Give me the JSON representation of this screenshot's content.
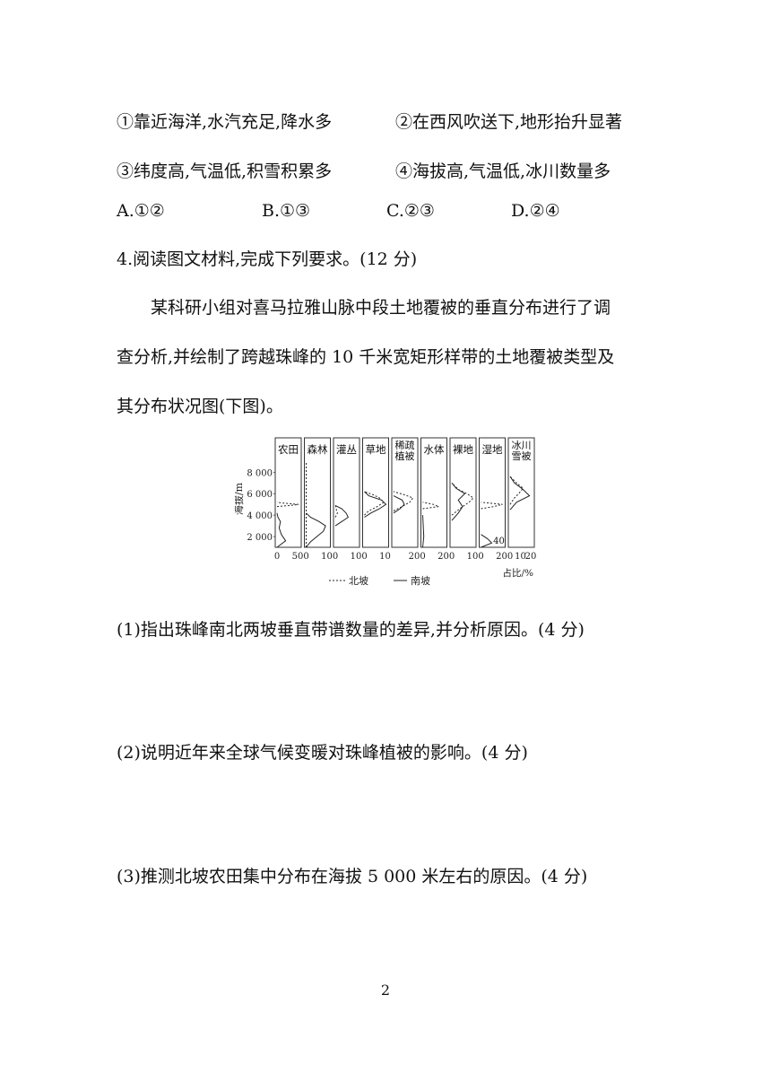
{
  "options_lines": [
    [
      "①靠近海洋,水汽充足,降水多",
      "②在西风吹送下,地形抬升显著"
    ],
    [
      "③纬度高,气温低,积雪积累多",
      "④海拔高,气温低,冰川数量多"
    ]
  ],
  "choices": [
    "A.①②",
    "B.①③",
    "C.②③",
    "D.②④"
  ],
  "question4": {
    "title": "4.阅读图文材料,完成下列要求。(12 分)",
    "material": [
      "某科研小组对喜马拉雅山脉中段土地覆被的垂直分布进行了调",
      "查分析,并绘制了跨越珠峰的 10 千米宽矩形样带的土地覆被类型及",
      "其分布状况图(下图)。"
    ],
    "sub": [
      "(1)指出珠峰南北两坡垂直带谱数量的差异,并分析原因。(4 分)",
      "(2)说明近年来全球气候变暖对珠峰植被的影响。(4 分)",
      "(3)推测北坡农田集中分布在海拔 5 000 米左右的原因。(4 分)"
    ]
  },
  "chart_data": {
    "type": "area",
    "panels": [
      {
        "label": "农田",
        "xticks": [
          "0",
          "50"
        ],
        "xmax": 50
      },
      {
        "label": "森林",
        "xticks": [
          "0",
          "10"
        ],
        "xmax": 10
      },
      {
        "label": "灌丛",
        "xticks": [
          "0",
          "10"
        ],
        "xmax": 10
      },
      {
        "label": "草地",
        "xticks": [
          "0",
          "10"
        ],
        "xmax": 10
      },
      {
        "label": "稀疏植被",
        "label_lines": [
          "稀疏",
          "植被"
        ],
        "xticks": [
          "20"
        ],
        "xmax": 20
      },
      {
        "label": "水体",
        "xticks": [
          "0",
          "20"
        ],
        "xmax": 20
      },
      {
        "label": "裸地",
        "xticks": [
          "0",
          "10"
        ],
        "xmax": 10
      },
      {
        "label": "湿地",
        "xticks": [
          "0",
          "20"
        ],
        "xmax": 20,
        "annotation": "40"
      },
      {
        "label": "冰川雪被",
        "label_lines": [
          "冰川",
          "雪被"
        ],
        "xticks": [
          "0",
          "10",
          "20"
        ],
        "xmax": 20
      }
    ],
    "ylabel": "海拔/m",
    "yticks": [
      "2 000",
      "4 000",
      "6 000",
      "8 000"
    ],
    "ylim": [
      1000,
      9200
    ],
    "xlabel": "占比/%",
    "legend": [
      "北坡",
      "南坡"
    ],
    "north_profiles": [
      [
        [
          4800,
          0
        ],
        [
          4900,
          30
        ],
        [
          5000,
          50
        ],
        [
          5100,
          20
        ],
        [
          5200,
          0
        ]
      ],
      [
        [
          1000,
          0
        ],
        [
          9000,
          0
        ]
      ],
      [
        [
          3800,
          0
        ],
        [
          4200,
          1
        ],
        [
          4500,
          0.5
        ],
        [
          5000,
          0
        ]
      ],
      [
        [
          4000,
          0
        ],
        [
          4400,
          2
        ],
        [
          4800,
          6
        ],
        [
          5200,
          9
        ],
        [
          5600,
          7
        ],
        [
          5900,
          4
        ],
        [
          6200,
          0
        ]
      ],
      [
        [
          4400,
          0
        ],
        [
          4800,
          8
        ],
        [
          5200,
          15
        ],
        [
          5600,
          18
        ],
        [
          5900,
          10
        ],
        [
          6200,
          0
        ]
      ],
      [
        [
          4600,
          0
        ],
        [
          4800,
          15
        ],
        [
          5000,
          10
        ],
        [
          5200,
          0
        ]
      ],
      [
        [
          4000,
          0
        ],
        [
          4800,
          5
        ],
        [
          5200,
          8
        ],
        [
          5600,
          10
        ],
        [
          6000,
          7
        ],
        [
          6400,
          3
        ],
        [
          7000,
          0
        ]
      ],
      [
        [
          4600,
          0
        ],
        [
          4800,
          12
        ],
        [
          5000,
          20
        ],
        [
          5200,
          0
        ]
      ],
      [
        [
          5000,
          0
        ],
        [
          5600,
          4
        ],
        [
          6000,
          8
        ],
        [
          6500,
          12
        ],
        [
          7000,
          6
        ],
        [
          7600,
          0
        ]
      ]
    ],
    "south_profiles": [
      [
        [
          1000,
          0
        ],
        [
          1600,
          20
        ],
        [
          2200,
          10
        ],
        [
          2800,
          5
        ],
        [
          3400,
          8
        ],
        [
          3800,
          2
        ],
        [
          4200,
          0
        ]
      ],
      [
        [
          1000,
          0
        ],
        [
          1500,
          2
        ],
        [
          2000,
          5
        ],
        [
          2500,
          8
        ],
        [
          3000,
          9
        ],
        [
          3400,
          6
        ],
        [
          3800,
          2
        ],
        [
          4200,
          0
        ]
      ],
      [
        [
          3000,
          0
        ],
        [
          3400,
          3
        ],
        [
          3800,
          6
        ],
        [
          4200,
          5
        ],
        [
          4600,
          3
        ],
        [
          4900,
          0
        ]
      ],
      [
        [
          3800,
          0
        ],
        [
          4200,
          3
        ],
        [
          4600,
          7
        ],
        [
          5000,
          10
        ],
        [
          5400,
          8
        ],
        [
          5800,
          2
        ],
        [
          6200,
          0
        ]
      ],
      [
        [
          4200,
          0
        ],
        [
          4600,
          6
        ],
        [
          5000,
          10
        ],
        [
          5400,
          8
        ],
        [
          5800,
          0
        ]
      ],
      [
        [
          1000,
          0
        ],
        [
          2000,
          1
        ],
        [
          3000,
          0.5
        ],
        [
          4000,
          0
        ]
      ],
      [
        [
          3500,
          0
        ],
        [
          4200,
          3
        ],
        [
          4800,
          5
        ],
        [
          5400,
          3
        ],
        [
          6000,
          6
        ],
        [
          6500,
          2
        ],
        [
          7000,
          0
        ]
      ],
      [
        [
          1000,
          0
        ],
        [
          1400,
          10
        ],
        [
          1800,
          6
        ],
        [
          2200,
          0
        ]
      ],
      [
        [
          4500,
          0
        ],
        [
          5200,
          6
        ],
        [
          5800,
          18
        ],
        [
          6400,
          12
        ],
        [
          7000,
          4
        ],
        [
          7600,
          0
        ]
      ]
    ]
  },
  "page_number": "2"
}
